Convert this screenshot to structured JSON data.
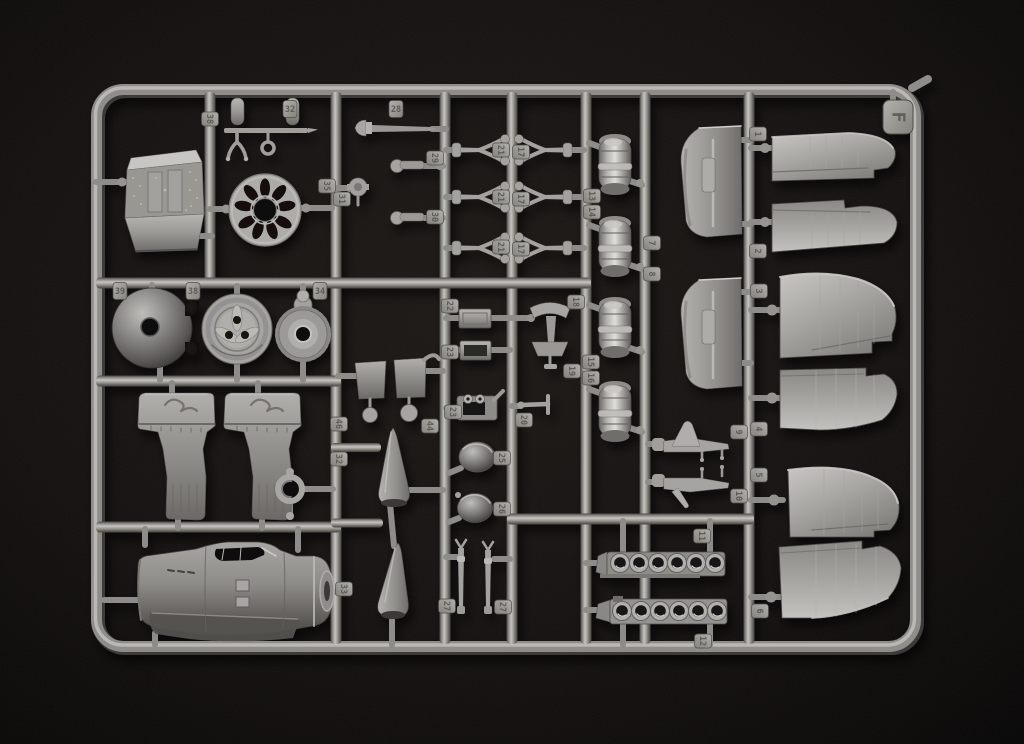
{
  "scene": {
    "description": "Photograph of a gray injection-molded model aircraft kit sprue (parts tree) on a black background",
    "sprue_letter": "F",
    "background_color": "#12100e",
    "plastic_color": "#9a9894",
    "plastic_highlight": "#c8c6c2",
    "plastic_shadow": "#504e4a"
  },
  "part_tags": [
    {
      "id": "t38v1",
      "label": "38"
    },
    {
      "id": "t32asm",
      "label": "32"
    },
    {
      "id": "t35",
      "label": "35"
    },
    {
      "id": "t31",
      "label": "31"
    },
    {
      "id": "t39",
      "label": "39"
    },
    {
      "id": "t38hub",
      "label": "38"
    },
    {
      "id": "t34gear",
      "label": "34"
    },
    {
      "id": "t28",
      "label": "28"
    },
    {
      "id": "t29",
      "label": "29"
    },
    {
      "id": "t30",
      "label": "30"
    },
    {
      "id": "t21a",
      "label": "21"
    },
    {
      "id": "t17a",
      "label": "17"
    },
    {
      "id": "t21b",
      "label": "21"
    },
    {
      "id": "t17b",
      "label": "17"
    },
    {
      "id": "t21c",
      "label": "21"
    },
    {
      "id": "t17c",
      "label": "17"
    },
    {
      "id": "t13",
      "label": "13"
    },
    {
      "id": "t14",
      "label": "14"
    },
    {
      "id": "t15",
      "label": "15"
    },
    {
      "id": "t16",
      "label": "16"
    },
    {
      "id": "t7",
      "label": "7"
    },
    {
      "id": "t8",
      "label": "8"
    },
    {
      "id": "t22",
      "label": "22"
    },
    {
      "id": "t23a",
      "label": "23"
    },
    {
      "id": "t44",
      "label": "44"
    },
    {
      "id": "t23b",
      "label": "23"
    },
    {
      "id": "t46",
      "label": "46"
    },
    {
      "id": "t32c",
      "label": "32"
    },
    {
      "id": "t33",
      "label": "33"
    },
    {
      "id": "t18",
      "label": "18"
    },
    {
      "id": "t19",
      "label": "19"
    },
    {
      "id": "t20",
      "label": "20"
    },
    {
      "id": "t25",
      "label": "25"
    },
    {
      "id": "t26",
      "label": "26"
    },
    {
      "id": "t27a",
      "label": "27"
    },
    {
      "id": "t27b",
      "label": "27"
    },
    {
      "id": "t9",
      "label": "9"
    },
    {
      "id": "t10",
      "label": "10"
    },
    {
      "id": "t4",
      "label": "4"
    },
    {
      "id": "t5",
      "label": "5"
    },
    {
      "id": "t6",
      "label": "6"
    },
    {
      "id": "t1",
      "label": "1"
    },
    {
      "id": "t2",
      "label": "2"
    },
    {
      "id": "t3",
      "label": "3"
    },
    {
      "id": "t11",
      "label": "11"
    },
    {
      "id": "t12",
      "label": "12"
    }
  ]
}
